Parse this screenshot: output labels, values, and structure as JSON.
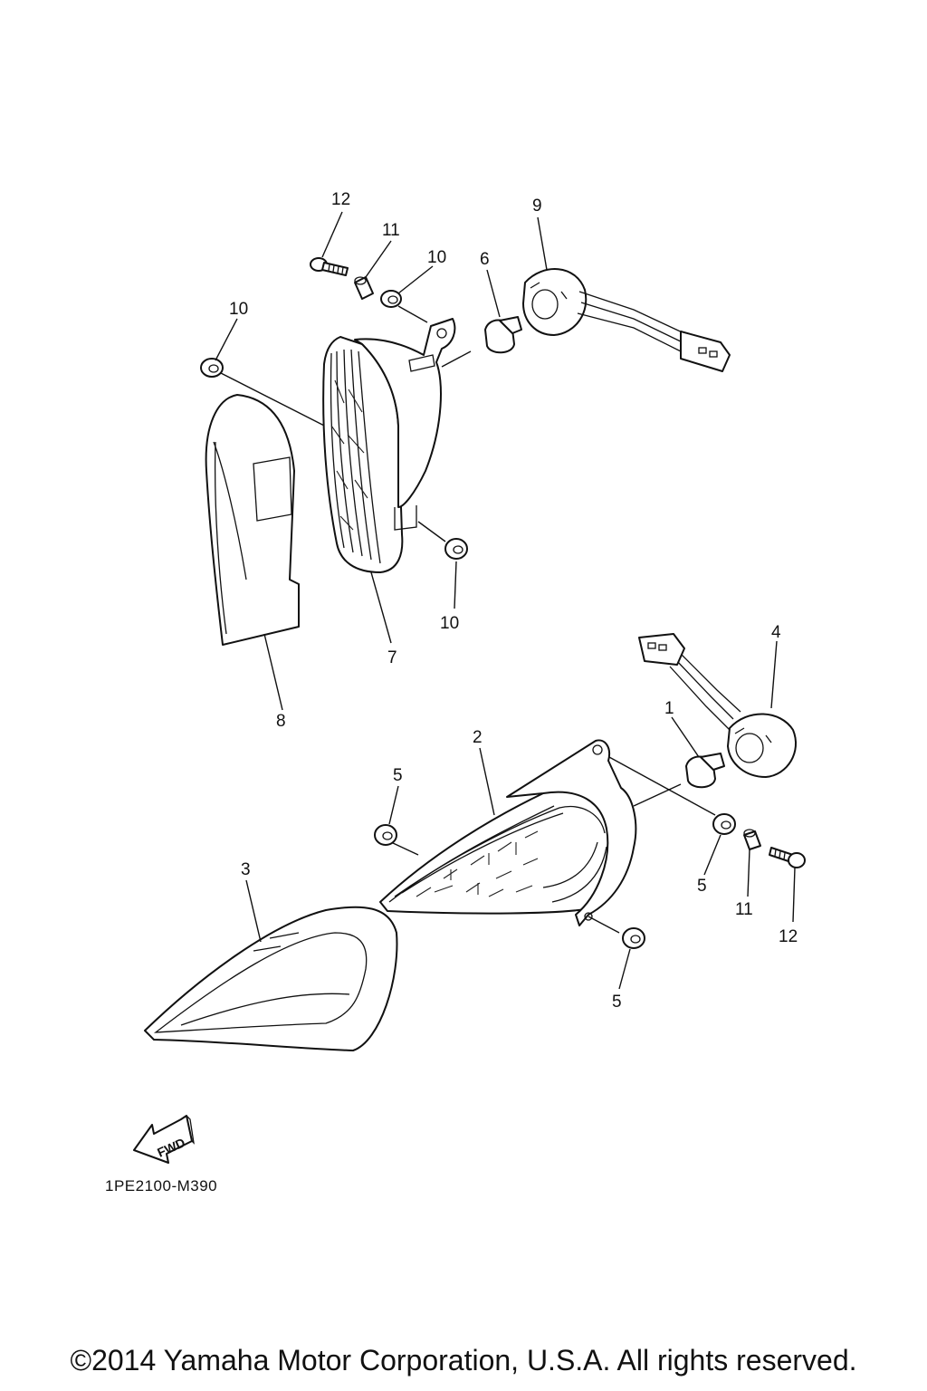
{
  "diagram": {
    "callouts": {
      "c1": "1",
      "c2": "2",
      "c3": "3",
      "c4": "4",
      "c5a": "5",
      "c5b": "5",
      "c5c": "5",
      "c6": "6",
      "c7": "7",
      "c8": "8",
      "c9": "9",
      "c10a": "10",
      "c10b": "10",
      "c10c": "10",
      "c11a": "11",
      "c11b": "11",
      "c12a": "12",
      "c12b": "12"
    },
    "fwd_label": "FWD",
    "code": "1PE2100-M390"
  },
  "footer": {
    "copyright": "©2014 Yamaha Motor Corporation, U.S.A. All rights reserved."
  }
}
